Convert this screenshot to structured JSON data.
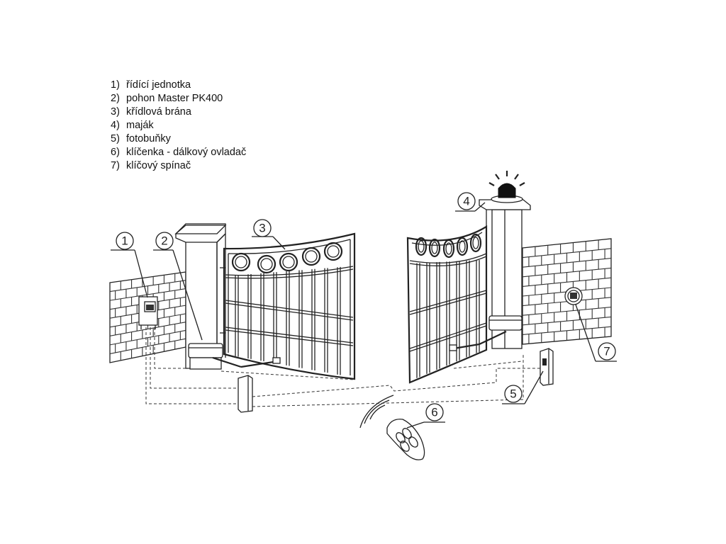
{
  "legend": [
    {
      "num": "1)",
      "label": "řídící jednotka"
    },
    {
      "num": "2)",
      "label": "pohon Master PK400"
    },
    {
      "num": "3)",
      "label": "křídlová brána"
    },
    {
      "num": "4)",
      "label": "maják"
    },
    {
      "num": "5)",
      "label": "fotobuňky"
    },
    {
      "num": "6)",
      "label": "klíčenka - dálkový ovladač"
    },
    {
      "num": "7)",
      "label": "klíčový spínač"
    }
  ],
  "callouts": {
    "c1": "1",
    "c2": "2",
    "c3": "3",
    "c4": "4",
    "c5": "5",
    "c6": "6",
    "c7": "7"
  },
  "colors": {
    "line": "#222222",
    "background": "#ffffff",
    "beacon": "#111111"
  }
}
